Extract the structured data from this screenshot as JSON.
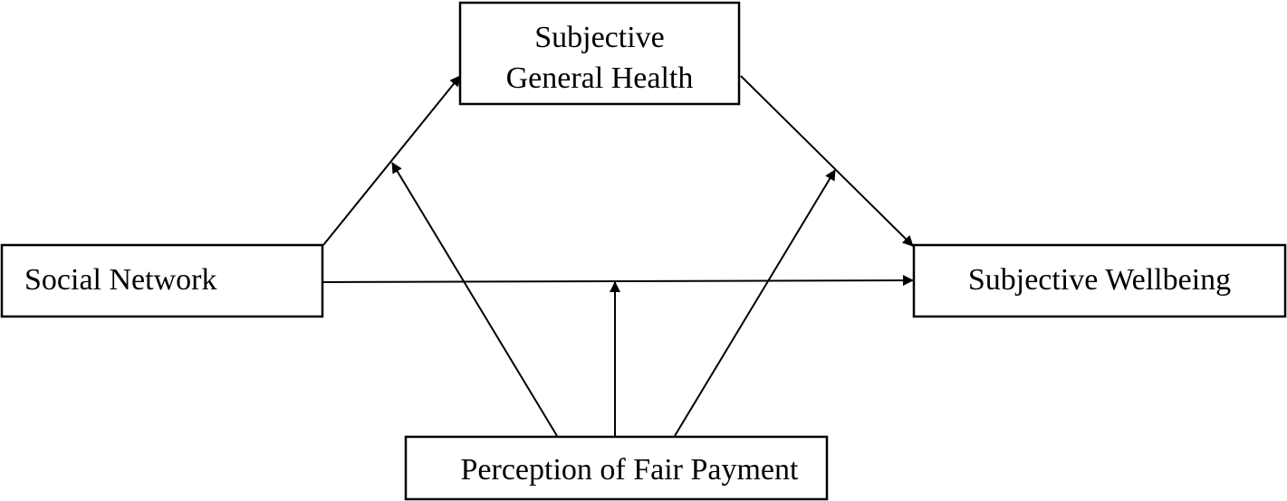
{
  "colors": {
    "stroke": "#000000",
    "background": "#ffffff"
  },
  "nodes": {
    "mediator": {
      "line1": "Subjective",
      "line2": "General Health"
    },
    "predictor": {
      "label": "Social Network"
    },
    "outcome": {
      "label": "Subjective Wellbeing"
    },
    "moderator": {
      "label": "Perception of Fair Payment"
    }
  },
  "edges": [
    {
      "from": "predictor",
      "to": "mediator",
      "kind": "direct"
    },
    {
      "from": "mediator",
      "to": "outcome",
      "kind": "direct"
    },
    {
      "from": "predictor",
      "to": "outcome",
      "kind": "direct"
    },
    {
      "from": "moderator",
      "to": "predictor-mediator path",
      "kind": "moderation"
    },
    {
      "from": "moderator",
      "to": "predictor-outcome path",
      "kind": "moderation"
    },
    {
      "from": "moderator",
      "to": "mediator-outcome path",
      "kind": "moderation"
    }
  ]
}
